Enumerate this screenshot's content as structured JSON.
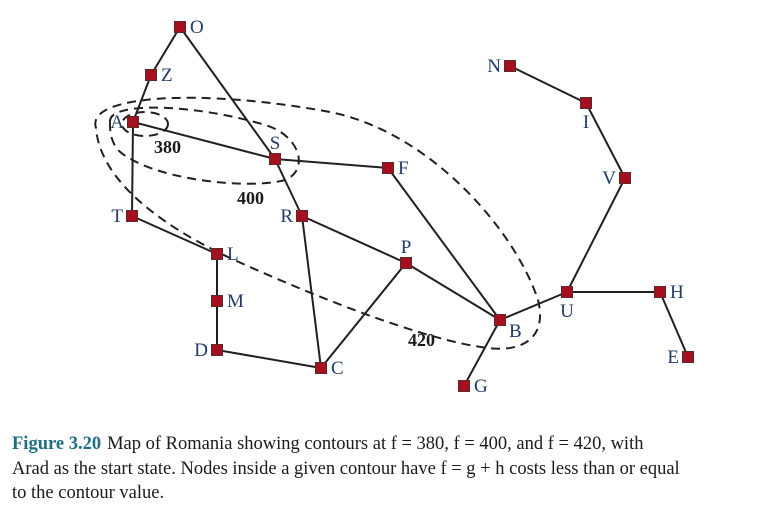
{
  "figure": {
    "number_label": "Figure 3.20",
    "caption_line1": "Map of Romania showing contours at f = 380, f = 400, and f = 420, with",
    "caption_line2": "Arad as the start state. Nodes inside a given contour have f = g + h costs less than or equal",
    "caption_line3": "to the contour value."
  },
  "colors": {
    "node_fill": "#a50f1e",
    "edge": "#231f20",
    "label": "#1f3a6b",
    "figure_number": "#1f6e82"
  },
  "nodes": [
    {
      "id": "O",
      "label": "O"
    },
    {
      "id": "Z",
      "label": "Z"
    },
    {
      "id": "A",
      "label": "A"
    },
    {
      "id": "S",
      "label": "S"
    },
    {
      "id": "F",
      "label": "F"
    },
    {
      "id": "R",
      "label": "R"
    },
    {
      "id": "T",
      "label": "T"
    },
    {
      "id": "L",
      "label": "L"
    },
    {
      "id": "M",
      "label": "M"
    },
    {
      "id": "D",
      "label": "D"
    },
    {
      "id": "C",
      "label": "C"
    },
    {
      "id": "P",
      "label": "P"
    },
    {
      "id": "B",
      "label": "B"
    },
    {
      "id": "G",
      "label": "G"
    },
    {
      "id": "U",
      "label": "U"
    },
    {
      "id": "H",
      "label": "H"
    },
    {
      "id": "E",
      "label": "E"
    },
    {
      "id": "V",
      "label": "V"
    },
    {
      "id": "I",
      "label": "I"
    },
    {
      "id": "N",
      "label": "N"
    }
  ],
  "edges": [
    [
      "O",
      "Z"
    ],
    [
      "Z",
      "A"
    ],
    [
      "O",
      "S"
    ],
    [
      "A",
      "S"
    ],
    [
      "A",
      "T"
    ],
    [
      "T",
      "L"
    ],
    [
      "L",
      "M"
    ],
    [
      "M",
      "D"
    ],
    [
      "D",
      "C"
    ],
    [
      "S",
      "F"
    ],
    [
      "S",
      "R"
    ],
    [
      "R",
      "C"
    ],
    [
      "R",
      "P"
    ],
    [
      "P",
      "C"
    ],
    [
      "P",
      "B"
    ],
    [
      "F",
      "B"
    ],
    [
      "B",
      "G"
    ],
    [
      "B",
      "U"
    ],
    [
      "U",
      "H"
    ],
    [
      "H",
      "E"
    ],
    [
      "U",
      "V"
    ],
    [
      "V",
      "I"
    ],
    [
      "I",
      "N"
    ]
  ],
  "contours": [
    {
      "value": "380",
      "contains": [
        "A"
      ]
    },
    {
      "value": "400",
      "contains": [
        "A",
        "S"
      ]
    },
    {
      "value": "420",
      "contains": [
        "A",
        "S",
        "R",
        "F",
        "P",
        "B"
      ]
    }
  ]
}
